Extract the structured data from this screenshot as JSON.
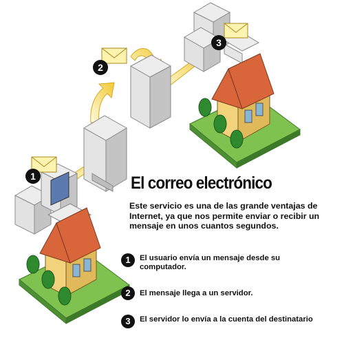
{
  "title": "El correo electrónico",
  "intro": "Este servicio es una de las grande ventajas de Internet, ya que nos permite enviar o recibir un mensaje en unos cuantos segundos.",
  "steps": [
    {
      "number": "1",
      "text": "El usuario envía un mensaje desde su computador."
    },
    {
      "number": "2",
      "text": "El mensaje llega a un servidor."
    },
    {
      "number": "3",
      "text": "El servidor lo envía a la cuenta del destinatario"
    }
  ],
  "colors": {
    "arrow": "#f5cf3c",
    "grass": "#7fc24f",
    "roof": "#d9653a",
    "wall": "#f2d27a",
    "machine": "#d6d6d6"
  }
}
